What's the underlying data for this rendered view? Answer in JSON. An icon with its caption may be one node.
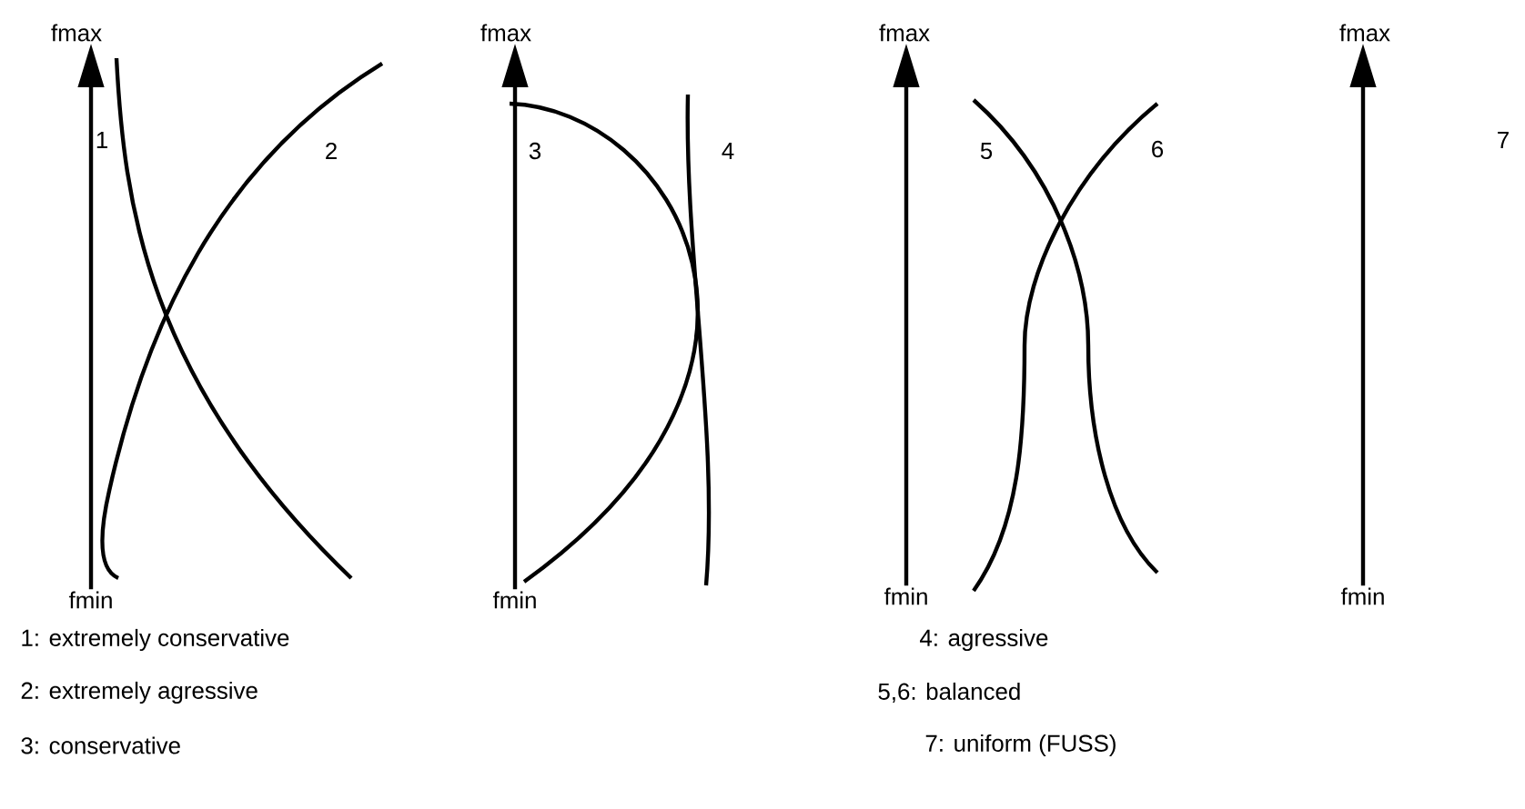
{
  "diagram": {
    "nodes": [
      {
        "text": [
          "fmax"
        ]
      },
      {
        "text": [
          "fmin"
        ]
      },
      {
        "text": [
          "fmax"
        ]
      },
      {
        "text": [
          "fmin"
        ]
      },
      {
        "text": [
          "fmax"
        ]
      },
      {
        "text": [
          "fmin"
        ]
      },
      {
        "text": [
          "fmax"
        ]
      },
      {
        "text": [
          "fmin"
        ]
      }
    ],
    "edges": [
      {
        "from": 1,
        "to": 0,
        "arrow": "to"
      },
      {
        "from": 3,
        "to": 2,
        "arrow": "to"
      },
      {
        "from": 5,
        "to": 4,
        "arrow": "to"
      },
      {
        "from": 7,
        "to": 6,
        "arrow": "to"
      }
    ],
    "labels": [
      "1",
      "2",
      "3",
      "4",
      "5",
      "6",
      "7",
      "1: extremely conservative",
      "4: agressive",
      "2: extremely agressive",
      "5,6: balanced",
      "3: conservative",
      "7: uniform (FUSS)"
    ]
  }
}
